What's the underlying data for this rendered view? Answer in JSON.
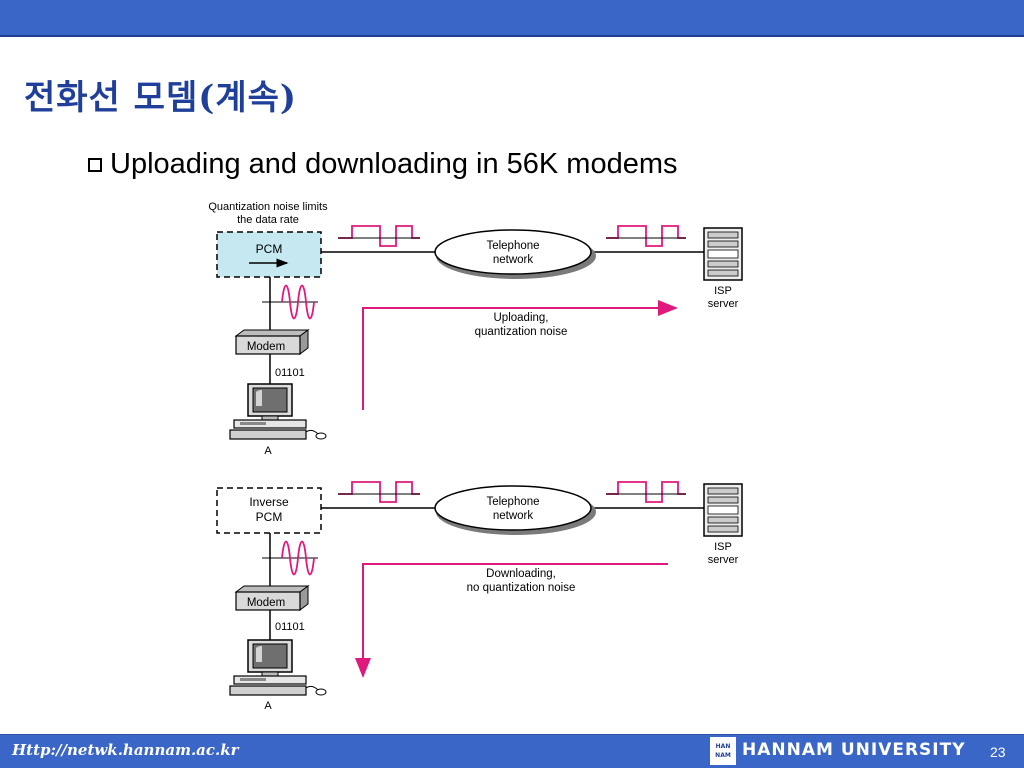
{
  "slide": {
    "title": "전화선 모뎀(계속)",
    "bullet": "Uploading and downloading in 56K modems",
    "footer_url": "Http://netwk.hannam.ac.kr",
    "university": "HANNAM UNIVERSITY",
    "logo_top": "HAN",
    "logo_bottom": "NAM",
    "page_number": "23"
  },
  "diagram": {
    "colors": {
      "accent": "#e0197d",
      "pcm_fill": "#c6e8f0",
      "line": "#000000"
    },
    "upload": {
      "caption_line1": "Quantization noise limits",
      "caption_line2": "the data rate",
      "codec": "PCM",
      "network_line1": "Telephone",
      "network_line2": "network",
      "server_line1": "ISP",
      "server_line2": "server",
      "arrow_line1": "Uploading,",
      "arrow_line2": "quantization noise",
      "modem": "Modem",
      "bits": "01101",
      "computer": "A"
    },
    "download": {
      "codec_line1": "Inverse",
      "codec_line2": "PCM",
      "network_line1": "Telephone",
      "network_line2": "network",
      "server_line1": "ISP",
      "server_line2": "server",
      "arrow_line1": "Downloading,",
      "arrow_line2": "no quantization noise",
      "modem": "Modem",
      "bits": "01101",
      "computer": "A"
    }
  }
}
